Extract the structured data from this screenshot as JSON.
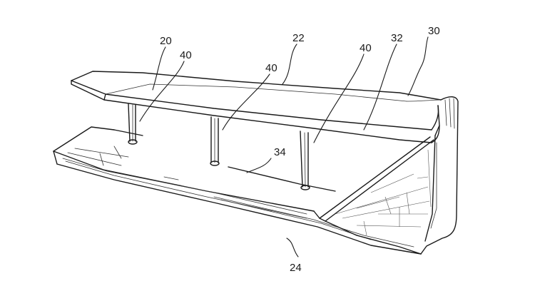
{
  "figure": {
    "labels": {
      "ref_20": "20",
      "ref_40_left": "40",
      "ref_22": "22",
      "ref_40_middle": "40",
      "ref_40_right": "40",
      "ref_32": "32",
      "ref_30": "30",
      "ref_34": "34",
      "ref_24": "24"
    }
  }
}
